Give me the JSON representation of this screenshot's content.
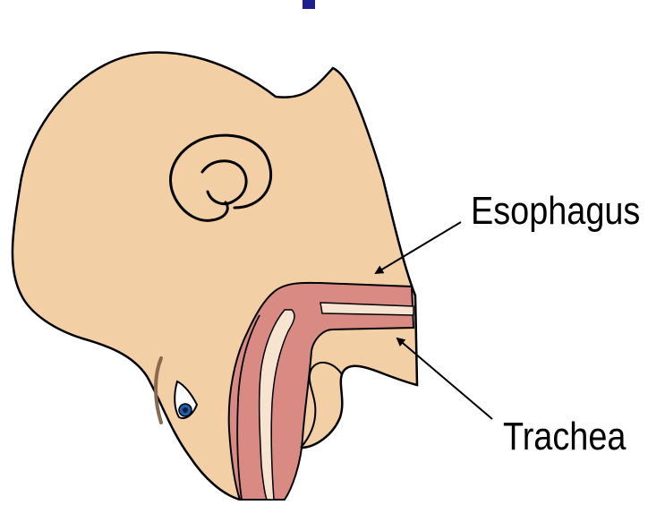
{
  "labels": {
    "esophagus": "Esophagus",
    "trachea": "Trachea"
  },
  "colors": {
    "skin": "#F3CFA5",
    "airway": "#D88A83",
    "airway_dark": "#C8716B",
    "outline": "#000000",
    "title_accent": "#1F1F8E",
    "eye_iris": "#1E5FA8",
    "eyebrow": "#8A6A4E"
  },
  "icons": {
    "head": "infant-head-sagittal-illustration",
    "pointer": "arrow-pointer"
  }
}
